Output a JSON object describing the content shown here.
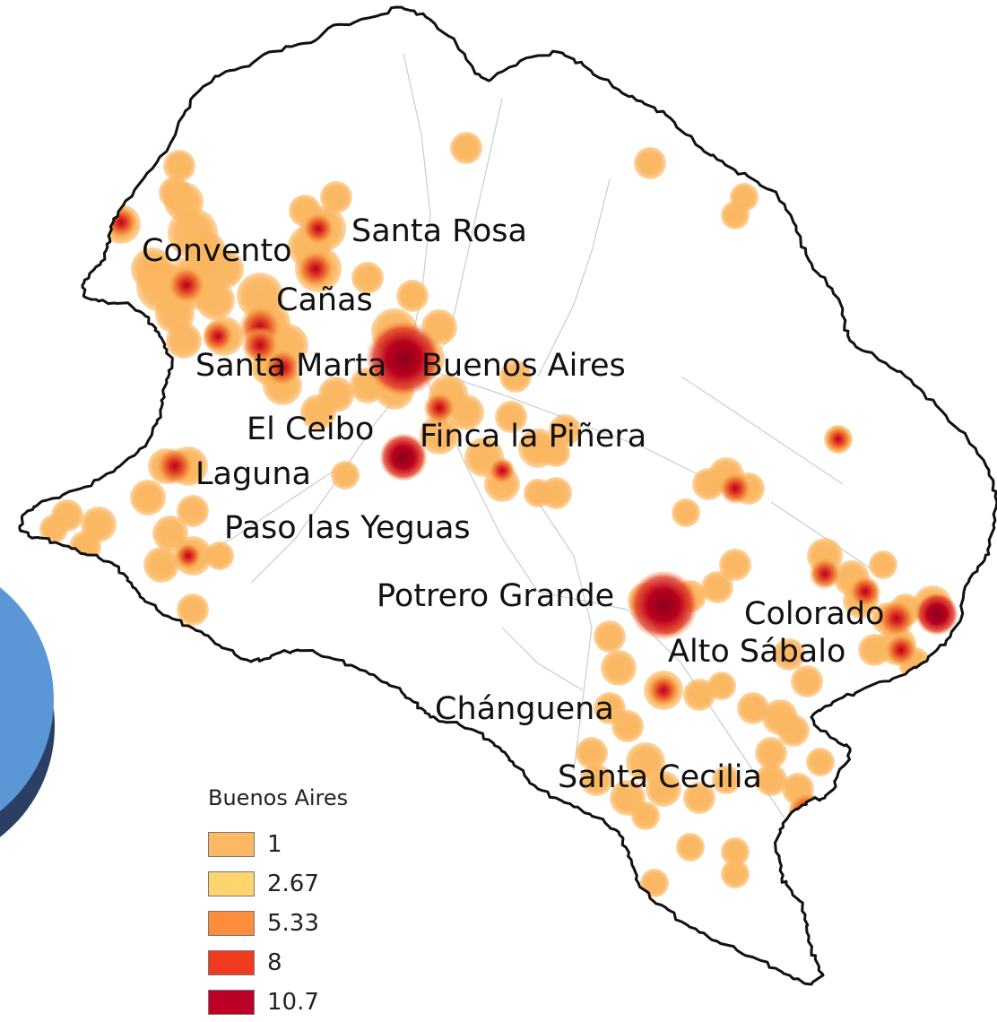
{
  "map": {
    "places": [
      "Convento",
      "Santa Rosa",
      "Cañas",
      "Santa Marta",
      "Buenos Aires",
      "El Ceibo",
      "Finca la Piñera",
      "Laguna",
      "Paso las Yeguas",
      "Potrero Grande",
      "Colorado",
      "Alto Sábalo",
      "Chánguena",
      "Santa Cecilia"
    ],
    "legend": {
      "title": "Buenos Aires",
      "classes": [
        {
          "label": "1",
          "color": "#fdb863"
        },
        {
          "label": "2.67",
          "color": "#fed46f"
        },
        {
          "label": "5.33",
          "color": "#fd8d3c"
        },
        {
          "label": "8",
          "color": "#f03b20"
        },
        {
          "label": "10.7",
          "color": "#bd0026"
        }
      ]
    },
    "colors": {
      "outline": "#111111",
      "heat_base": "#fbb65f",
      "heat_mid": "#f08a3a",
      "heat_high": "#e23a24",
      "heat_peak": "#b8001f",
      "roads": "#cccccc",
      "circle_fill": "#5b97d6",
      "circle_shadow": "#2a3f63"
    }
  }
}
